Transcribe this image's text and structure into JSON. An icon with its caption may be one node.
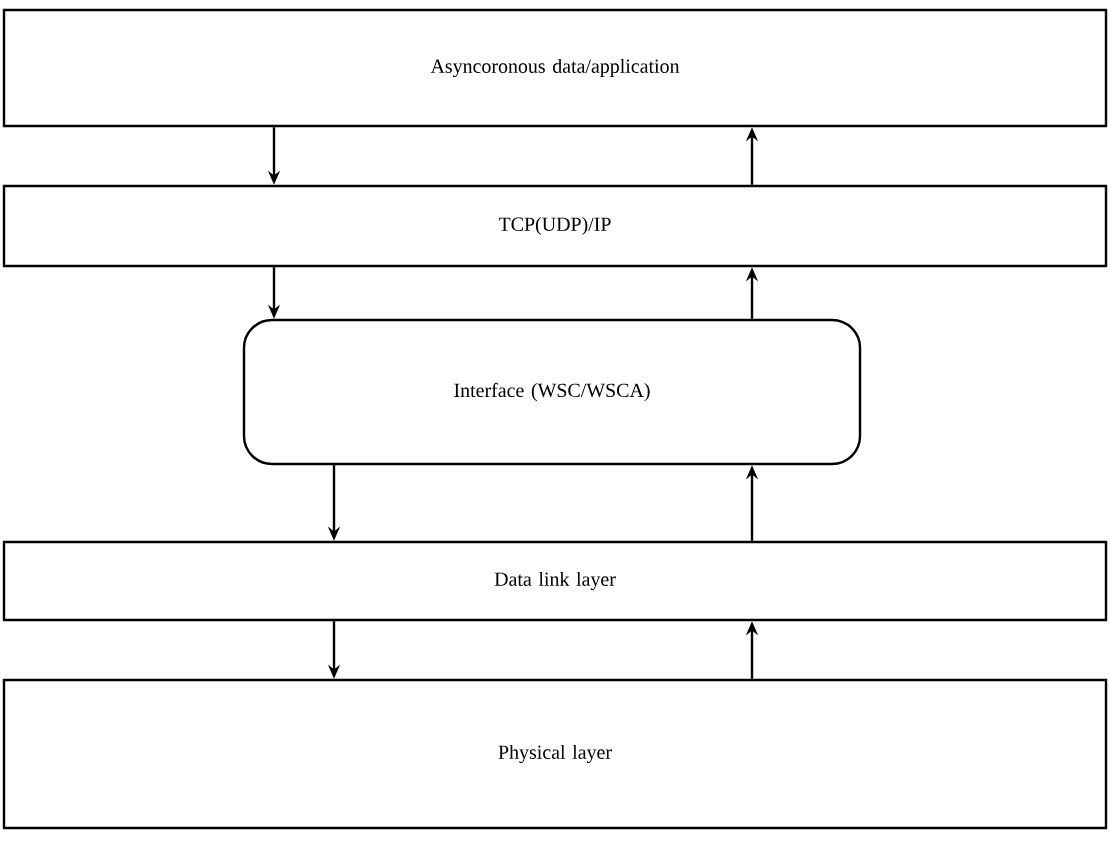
{
  "diagram": {
    "nodes": [
      {
        "text": [
          "Asyncoronous data/application"
        ]
      },
      {
        "text": [
          "TCP(UDP)/IP"
        ]
      },
      {
        "text": [
          "Interface (WSC/WSCA)"
        ]
      },
      {
        "text": [
          "Data link layer"
        ]
      },
      {
        "text": [
          "Physical layer"
        ]
      }
    ],
    "edges": [
      {
        "from": 0,
        "to": 1,
        "arrow": "to"
      },
      {
        "from": 1,
        "to": 0,
        "arrow": "to"
      },
      {
        "from": 1,
        "to": 2,
        "arrow": "to"
      },
      {
        "from": 2,
        "to": 1,
        "arrow": "to"
      },
      {
        "from": 2,
        "to": 3,
        "arrow": "to"
      },
      {
        "from": 3,
        "to": 2,
        "arrow": "to"
      },
      {
        "from": 3,
        "to": 4,
        "arrow": "to"
      },
      {
        "from": 4,
        "to": 3,
        "arrow": "to"
      }
    ]
  }
}
